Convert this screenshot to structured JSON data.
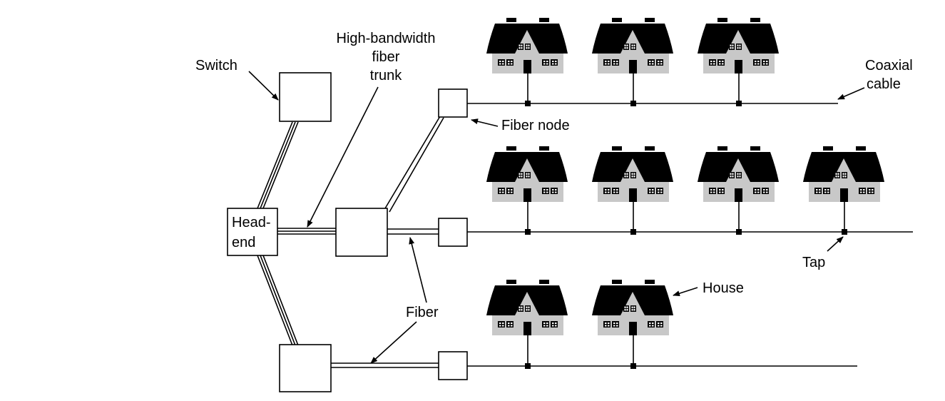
{
  "labels": {
    "switch": "Switch",
    "trunk_line1": "High-bandwidth",
    "trunk_line2": "fiber",
    "trunk_line3": "trunk",
    "headend_line1": "Head-",
    "headend_line2": "end",
    "fiber_node": "Fiber node",
    "coax_line1": "Coaxial",
    "coax_line2": "cable",
    "tap": "Tap",
    "house": "House",
    "fiber": "Fiber"
  },
  "house_rows": [
    {
      "houses": 3
    },
    {
      "houses": 4
    },
    {
      "houses": 2
    }
  ],
  "colors": {
    "roof": "#000000",
    "wall": "#c8c8c8",
    "line": "#000000"
  }
}
